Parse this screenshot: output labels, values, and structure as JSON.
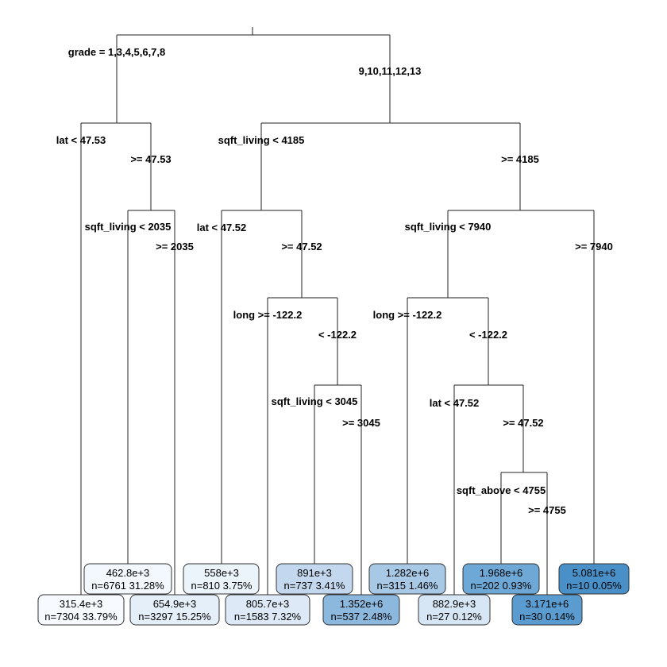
{
  "tree": {
    "splits": [
      {
        "id": "s0",
        "left": "grade = 1,3,4,5,6,7,8",
        "right": "9,10,11,12,13"
      },
      {
        "id": "s1",
        "left": "lat < 47.53",
        "right": ">= 47.53"
      },
      {
        "id": "s2",
        "left": "sqft_living < 2035",
        "right": ">= 2035"
      },
      {
        "id": "s3",
        "left": "sqft_living < 4185",
        "right": ">= 4185"
      },
      {
        "id": "s4",
        "left": "lat < 47.52",
        "right": ">= 47.52"
      },
      {
        "id": "s5",
        "left": "long >= -122.2",
        "right": "< -122.2"
      },
      {
        "id": "s6",
        "left": "sqft_living < 3045",
        "right": ">= 3045"
      },
      {
        "id": "s7",
        "left": "sqft_living < 7940",
        "right": ">= 7940"
      },
      {
        "id": "s8",
        "left": "long >= -122.2",
        "right": "< -122.2"
      },
      {
        "id": "s9",
        "left": "lat < 47.52",
        "right": ">= 47.52"
      },
      {
        "id": "s10",
        "left": "sqft_above < 4755",
        "right": ">= 4755"
      }
    ],
    "leaves": [
      {
        "id": "L1",
        "value": "315.4e+3",
        "stats": "n=7304  33.79%",
        "fill": "#f7fbff"
      },
      {
        "id": "L2",
        "value": "462.8e+3",
        "stats": "n=6761  31.28%",
        "fill": "#f2f8fe"
      },
      {
        "id": "L3",
        "value": "654.9e+3",
        "stats": "n=3297  15.25%",
        "fill": "#e4eff9"
      },
      {
        "id": "L4",
        "value": "558e+3",
        "stats": "n=810  3.75%",
        "fill": "#ebf3fb"
      },
      {
        "id": "L5",
        "value": "805.7e+3",
        "stats": "n=1583  7.32%",
        "fill": "#dde9f6"
      },
      {
        "id": "L6",
        "value": "891e+3",
        "stats": "n=737  3.41%",
        "fill": "#c3d8ee"
      },
      {
        "id": "L7",
        "value": "1.352e+6",
        "stats": "n=537  2.48%",
        "fill": "#8db8de"
      },
      {
        "id": "L8",
        "value": "1.282e+6",
        "stats": "n=315  1.46%",
        "fill": "#a8c9e5"
      },
      {
        "id": "L9",
        "value": "882.9e+3",
        "stats": "n=27  0.12%",
        "fill": "#d7e6f4"
      },
      {
        "id": "L10",
        "value": "1.968e+6",
        "stats": "n=202  0.93%",
        "fill": "#6ea8d6"
      },
      {
        "id": "L11",
        "value": "3.171e+6",
        "stats": "n=30  0.14%",
        "fill": "#5a9ccf"
      },
      {
        "id": "L12",
        "value": "5.081e+6",
        "stats": "n=10  0.05%",
        "fill": "#4a90c8"
      }
    ]
  }
}
